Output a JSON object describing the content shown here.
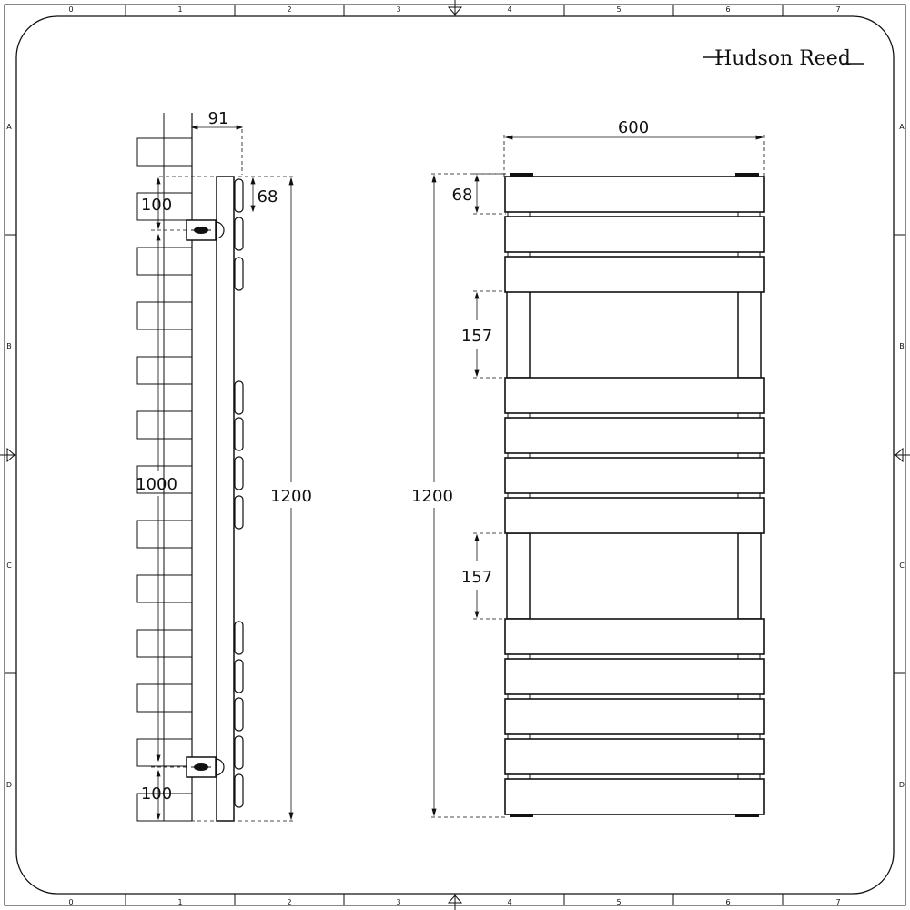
{
  "brand": {
    "name": "Hudson Reed"
  },
  "frame": {
    "col_labels": [
      "0",
      "1",
      "2",
      "3",
      "4",
      "5",
      "6",
      "7"
    ],
    "row_labels": [
      "A",
      "B",
      "C",
      "D"
    ]
  },
  "side_view": {
    "depth_label": "91",
    "bracket_top_label": "100",
    "bracket_bottom_label": "100",
    "bracket_spacing_label": "1000",
    "bar_height_label": "68",
    "total_height_label": "1200"
  },
  "front_view": {
    "width_label": "600",
    "bar_height_label": "68",
    "gap_upper_label": "157",
    "gap_lower_label": "157",
    "total_height_label": "1200"
  }
}
